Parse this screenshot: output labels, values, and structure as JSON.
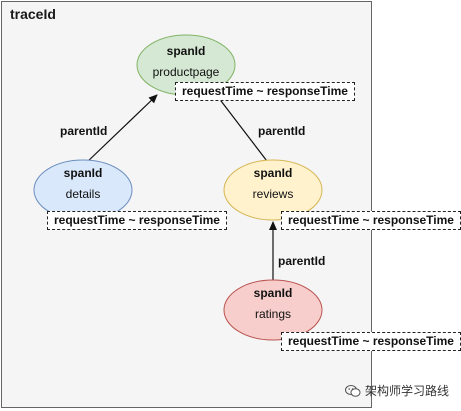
{
  "container": {
    "title": "traceId"
  },
  "nodes": [
    {
      "id": "productpage",
      "title": "spanId",
      "name": "productpage",
      "color": "#d5e8d4",
      "stroke": "#82b366"
    },
    {
      "id": "details",
      "title": "spanId",
      "name": "details",
      "color": "#dae8fc",
      "stroke": "#6c8ebf"
    },
    {
      "id": "reviews",
      "title": "spanId",
      "name": "reviews",
      "color": "#fff2cc",
      "stroke": "#d6b656"
    },
    {
      "id": "ratings",
      "title": "spanId",
      "name": "ratings",
      "color": "#f8cecc",
      "stroke": "#b85450"
    }
  ],
  "edge_labels": {
    "details_to_productpage": "parentId",
    "reviews_to_productpage": "parentId",
    "ratings_to_reviews": "parentId"
  },
  "time_boxes": {
    "productpage": "requestTime ~ responseTime",
    "details": "requestTime ~ responseTime",
    "reviews": "requestTime ~ responseTime",
    "ratings": "requestTime ~ responseTime"
  },
  "watermark": {
    "text": "架构师学习路线",
    "icon": "wechat-icon"
  }
}
